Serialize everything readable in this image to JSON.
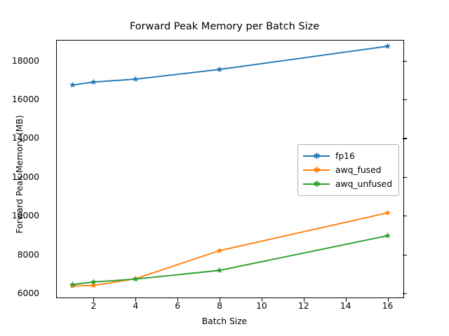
{
  "chart_data": {
    "type": "line",
    "title": "Forward Peak Memory per Batch Size",
    "xlabel": "Batch Size",
    "ylabel": "Forward Peak Memory (MB)",
    "x": [
      1,
      2,
      4,
      8,
      16
    ],
    "xlim": [
      0.25,
      16.75
    ],
    "ylim": [
      5780,
      19040
    ],
    "xticks": [
      2,
      4,
      6,
      8,
      10,
      12,
      14,
      16
    ],
    "yticks": [
      6000,
      8000,
      10000,
      12000,
      14000,
      16000,
      18000
    ],
    "grid": false,
    "legend_position": "center right",
    "marker": "star",
    "series": [
      {
        "name": "fp16",
        "color": "#1f77b4",
        "values": [
          16750,
          16900,
          17050,
          17550,
          18750
        ]
      },
      {
        "name": "awq_fused",
        "color": "#ff7f0e",
        "values": [
          6380,
          6400,
          6750,
          8200,
          10150
        ]
      },
      {
        "name": "awq_unfused",
        "color": "#2ca02c",
        "values": [
          6450,
          6580,
          6730,
          7180,
          8970
        ]
      }
    ]
  }
}
